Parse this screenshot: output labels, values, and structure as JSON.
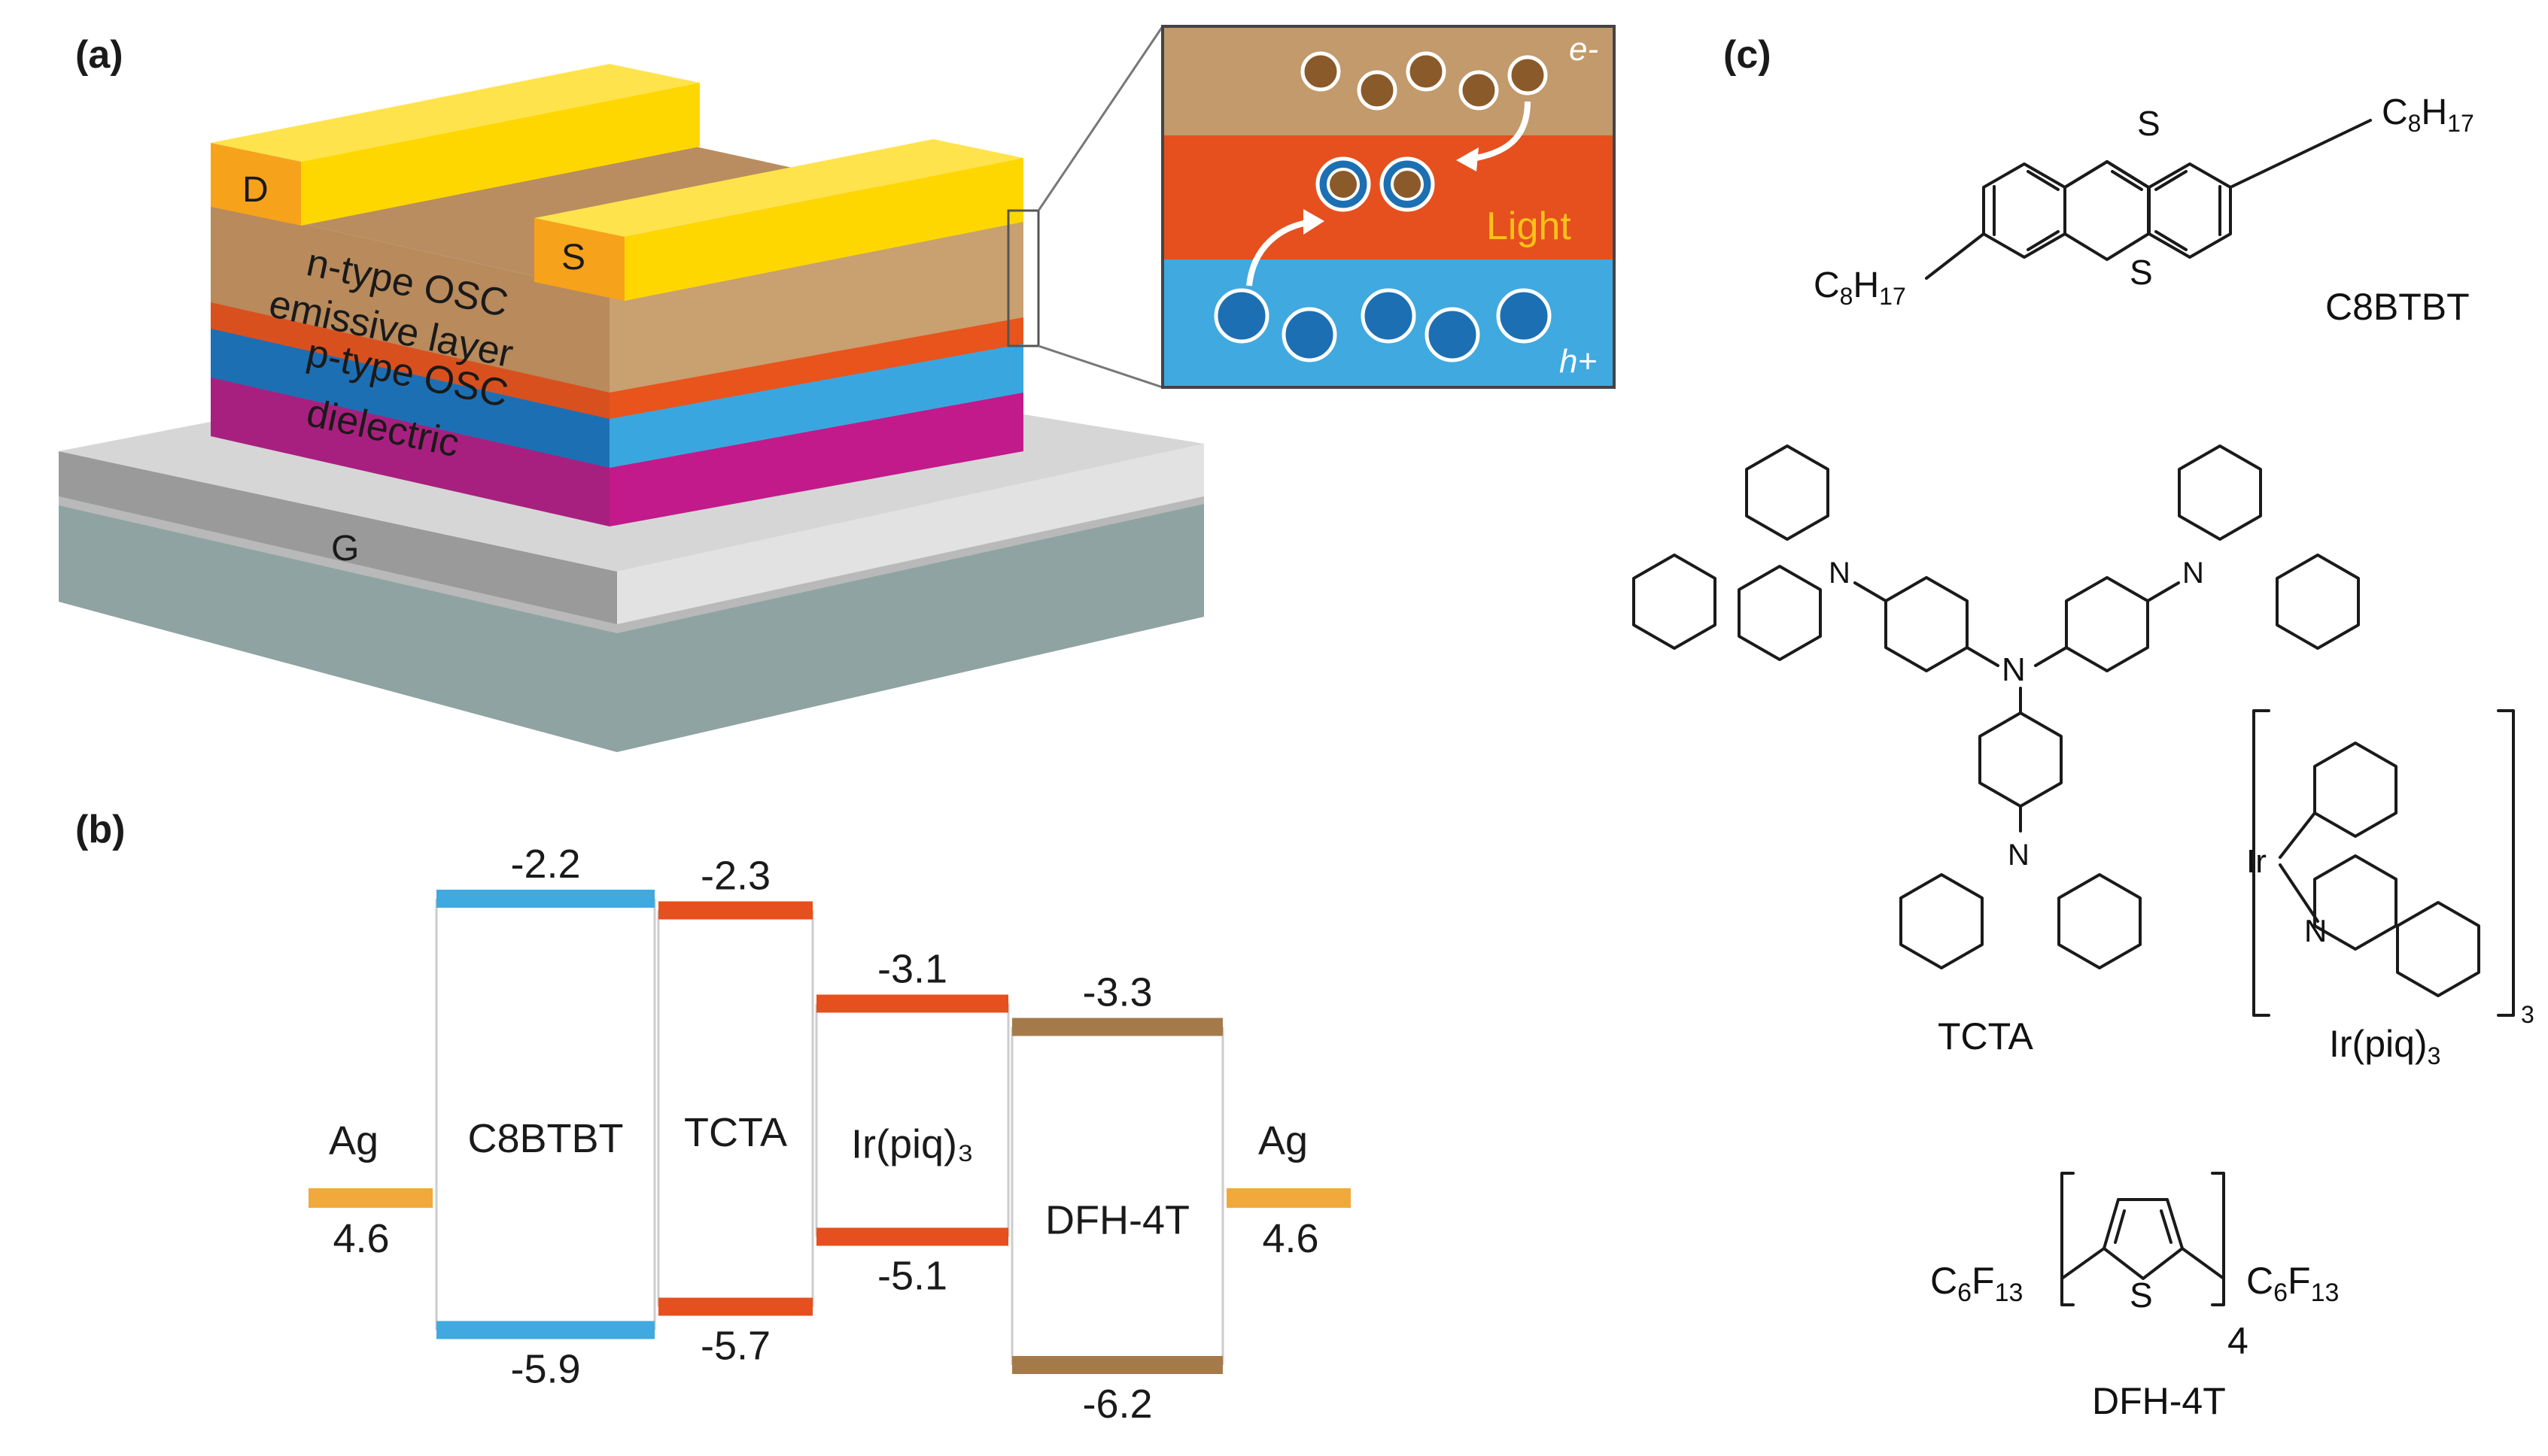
{
  "panels": {
    "a": "(a)",
    "b": "(b)",
    "c": "(c)"
  },
  "device": {
    "drain": "D",
    "source": "S",
    "gate": "G",
    "layers": [
      "n-type OSC",
      "emissive layer",
      "p-type OSC",
      "dielectric"
    ]
  },
  "inset": {
    "electron": "e-",
    "hole": "h+",
    "light": "Light"
  },
  "energy": {
    "left_metal": {
      "name": "Ag",
      "level": "4.6"
    },
    "right_metal": {
      "name": "Ag",
      "level": "4.6"
    },
    "materials": [
      {
        "name": "C8BTBT",
        "lumo": "-2.2",
        "homo": "-5.9",
        "color": "#3fa9e0"
      },
      {
        "name": "TCTA",
        "lumo": "-2.3",
        "homo": "-5.7",
        "color": "#e5501e"
      },
      {
        "name": "Ir(piq)₃",
        "lumo": "-3.1",
        "homo": "-5.1",
        "color": "#e5501e"
      },
      {
        "name": "DFH-4T",
        "lumo": "-3.3",
        "homo": "-6.2",
        "color": "#a57a4a"
      }
    ],
    "metal_color": "#f0a93a"
  },
  "molecules": {
    "c8btbt": {
      "name": "C8BTBT",
      "sub_left": "C",
      "sub_left_2": "8",
      "sub_left_3": "H",
      "sub_left_4": "17",
      "atom_s": "S"
    },
    "tcta": {
      "name": "TCTA",
      "atom_n": "N"
    },
    "irpiq": {
      "name": "Ir(piq)",
      "name_sub": "3",
      "atom_ir": "Ir",
      "atom_n": "N",
      "bracket_sub": "3"
    },
    "dfh4t": {
      "name": "DFH-4T",
      "c": "C",
      "six": "6",
      "f": "F",
      "thirteen": "13",
      "atom_s": "S",
      "repeat": "4"
    }
  },
  "colors": {
    "gold": "#ffd700",
    "orange": "#f7a21b",
    "tan": "#c29a6b",
    "red_orange": "#e5501e",
    "blue": "#3fa9e0",
    "dark_blue": "#1d6fb3",
    "magenta": "#a8207f",
    "grey_top": "#d6d6d6",
    "grey_side": "#8fa3a3"
  }
}
